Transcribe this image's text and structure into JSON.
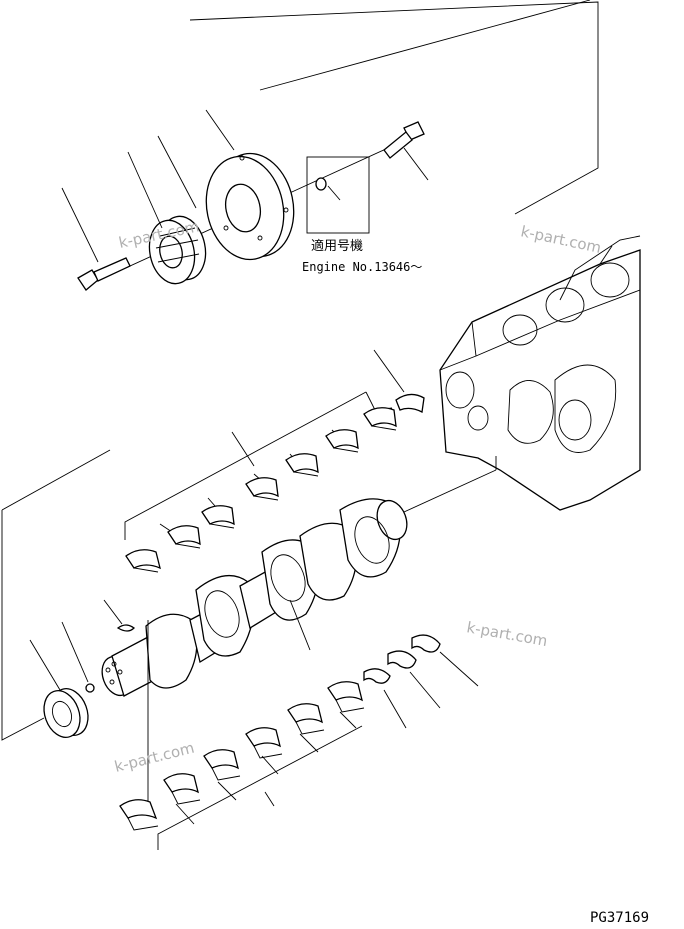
{
  "diagram": {
    "applicability_label": "適用号機",
    "engine_number_label": "Engine No.13646～",
    "drawing_number": "PG37169",
    "watermarks": [
      "k-part.com",
      "k-part.com",
      "k-part.com",
      "k-part.com"
    ]
  }
}
